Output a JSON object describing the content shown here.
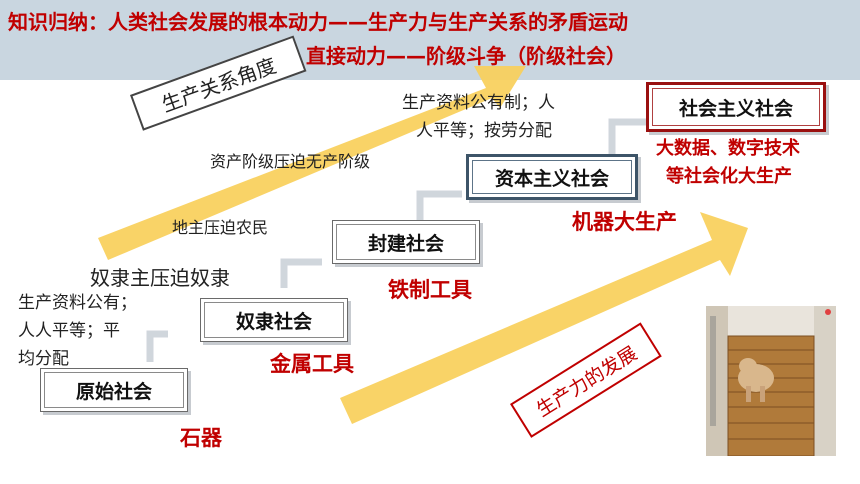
{
  "header": {
    "line1": "知识归纳：人类社会发展的根本动力——生产力与生产关系的矛盾运动",
    "line2": "直接动力——阶级斗争（阶级社会）"
  },
  "stamps": {
    "relations": "生产关系角度",
    "productivity": "生产力的发展"
  },
  "societies": {
    "primitive": "原始社会",
    "slave": "奴隶社会",
    "feudal": "封建社会",
    "capitalist": "资本主义社会",
    "socialist": "社会主义社会"
  },
  "relations_notes": {
    "primitive_l1": "生产资料公有；",
    "primitive_l2": "人人平等；平",
    "primitive_l3": "均分配",
    "slave": "奴隶主压迫奴隶",
    "feudal": "地主压迫农民",
    "capitalist": "资产阶级压迫无产阶级",
    "socialist_l1": "生产资料公有制；人",
    "socialist_l2": "人平等；按劳分配"
  },
  "tools": {
    "primitive": "石器",
    "slave": "金属工具",
    "feudal": "铁制工具",
    "capitalist": "机器大生产",
    "socialist_l1": "大数据、数字技术",
    "socialist_l2": "等社会化大生产"
  },
  "colors": {
    "accent": "#c00000",
    "header_bg": "#c9d6e0",
    "arrow": "#f8cf5a"
  }
}
